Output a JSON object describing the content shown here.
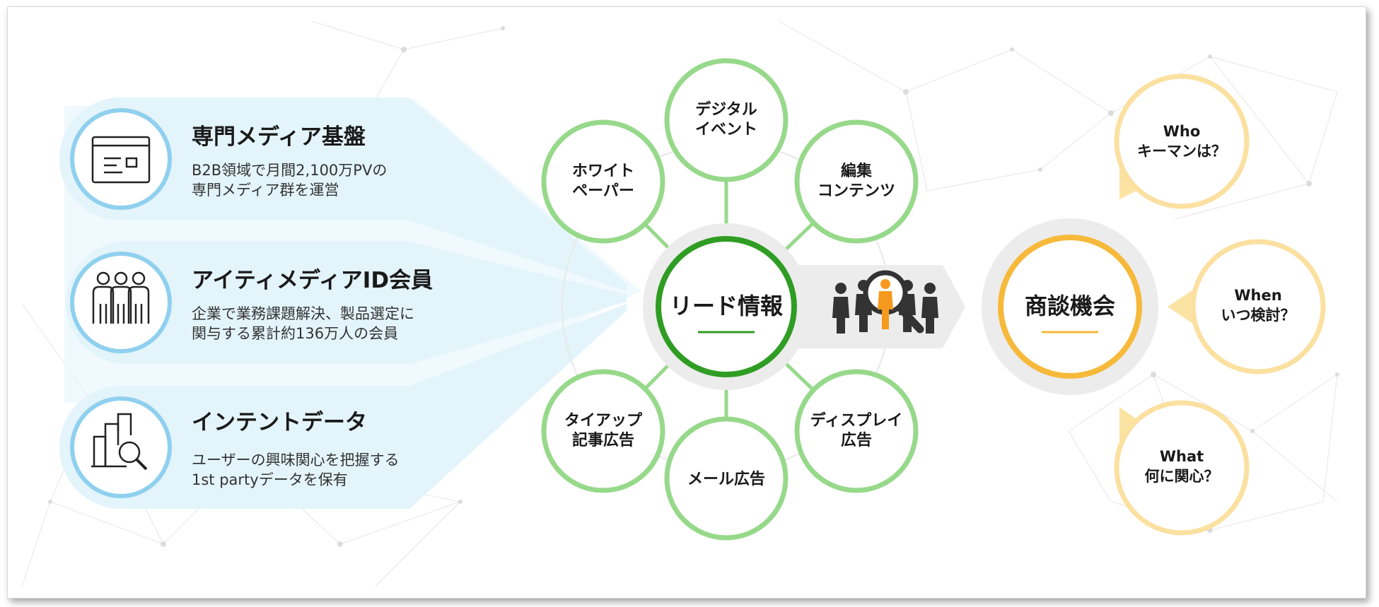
{
  "colors": {
    "card_band": "#e3f4fb",
    "card_ring": "#8fd0ee",
    "green_ring": "#97d98a",
    "hub_green": "#2f9d23",
    "amber_ring": "#f6b93a",
    "question_ring": "#fbe0a0",
    "question_tail": "#fbe3a3",
    "gray_halo": "#ececec",
    "figure_orange": "#f59a1e"
  },
  "cards": [
    {
      "icon": "browser-window-icon",
      "title": "専門メディア基盤",
      "desc_lines": [
        "B2B領域で月間2,100万PVの",
        "専門メディア群を運営"
      ]
    },
    {
      "icon": "members-group-icon",
      "title": "アイティメディアID会員",
      "desc_lines": [
        "企業で業務課題解決、製品選定に",
        "関与する累計約136万人の会員"
      ]
    },
    {
      "icon": "chart-magnifier-icon",
      "title": "インテントデータ",
      "desc_lines": [
        "ユーザーの興味関心を把握する",
        "1st partyデータを保有"
      ]
    }
  ],
  "hub": {
    "label": "リード情報"
  },
  "satellites": [
    {
      "lines": [
        "デジタル",
        "イベント"
      ]
    },
    {
      "lines": [
        "編集",
        "コンテンツ"
      ]
    },
    {
      "lines": [
        "ディスプレイ",
        "広告"
      ]
    },
    {
      "lines": [
        "メール広告"
      ]
    },
    {
      "lines": [
        "タイアップ",
        "記事広告"
      ]
    },
    {
      "lines": [
        "ホワイト",
        "ペーパー"
      ]
    }
  ],
  "analysis_icon": "people-magnifier-icon",
  "opportunity": {
    "label": "商談機会"
  },
  "questions": [
    {
      "lines": [
        "Who",
        "キーマンは？"
      ]
    },
    {
      "lines": [
        "When",
        "いつ検討？"
      ]
    },
    {
      "lines": [
        "What",
        "何に関心？"
      ]
    }
  ]
}
